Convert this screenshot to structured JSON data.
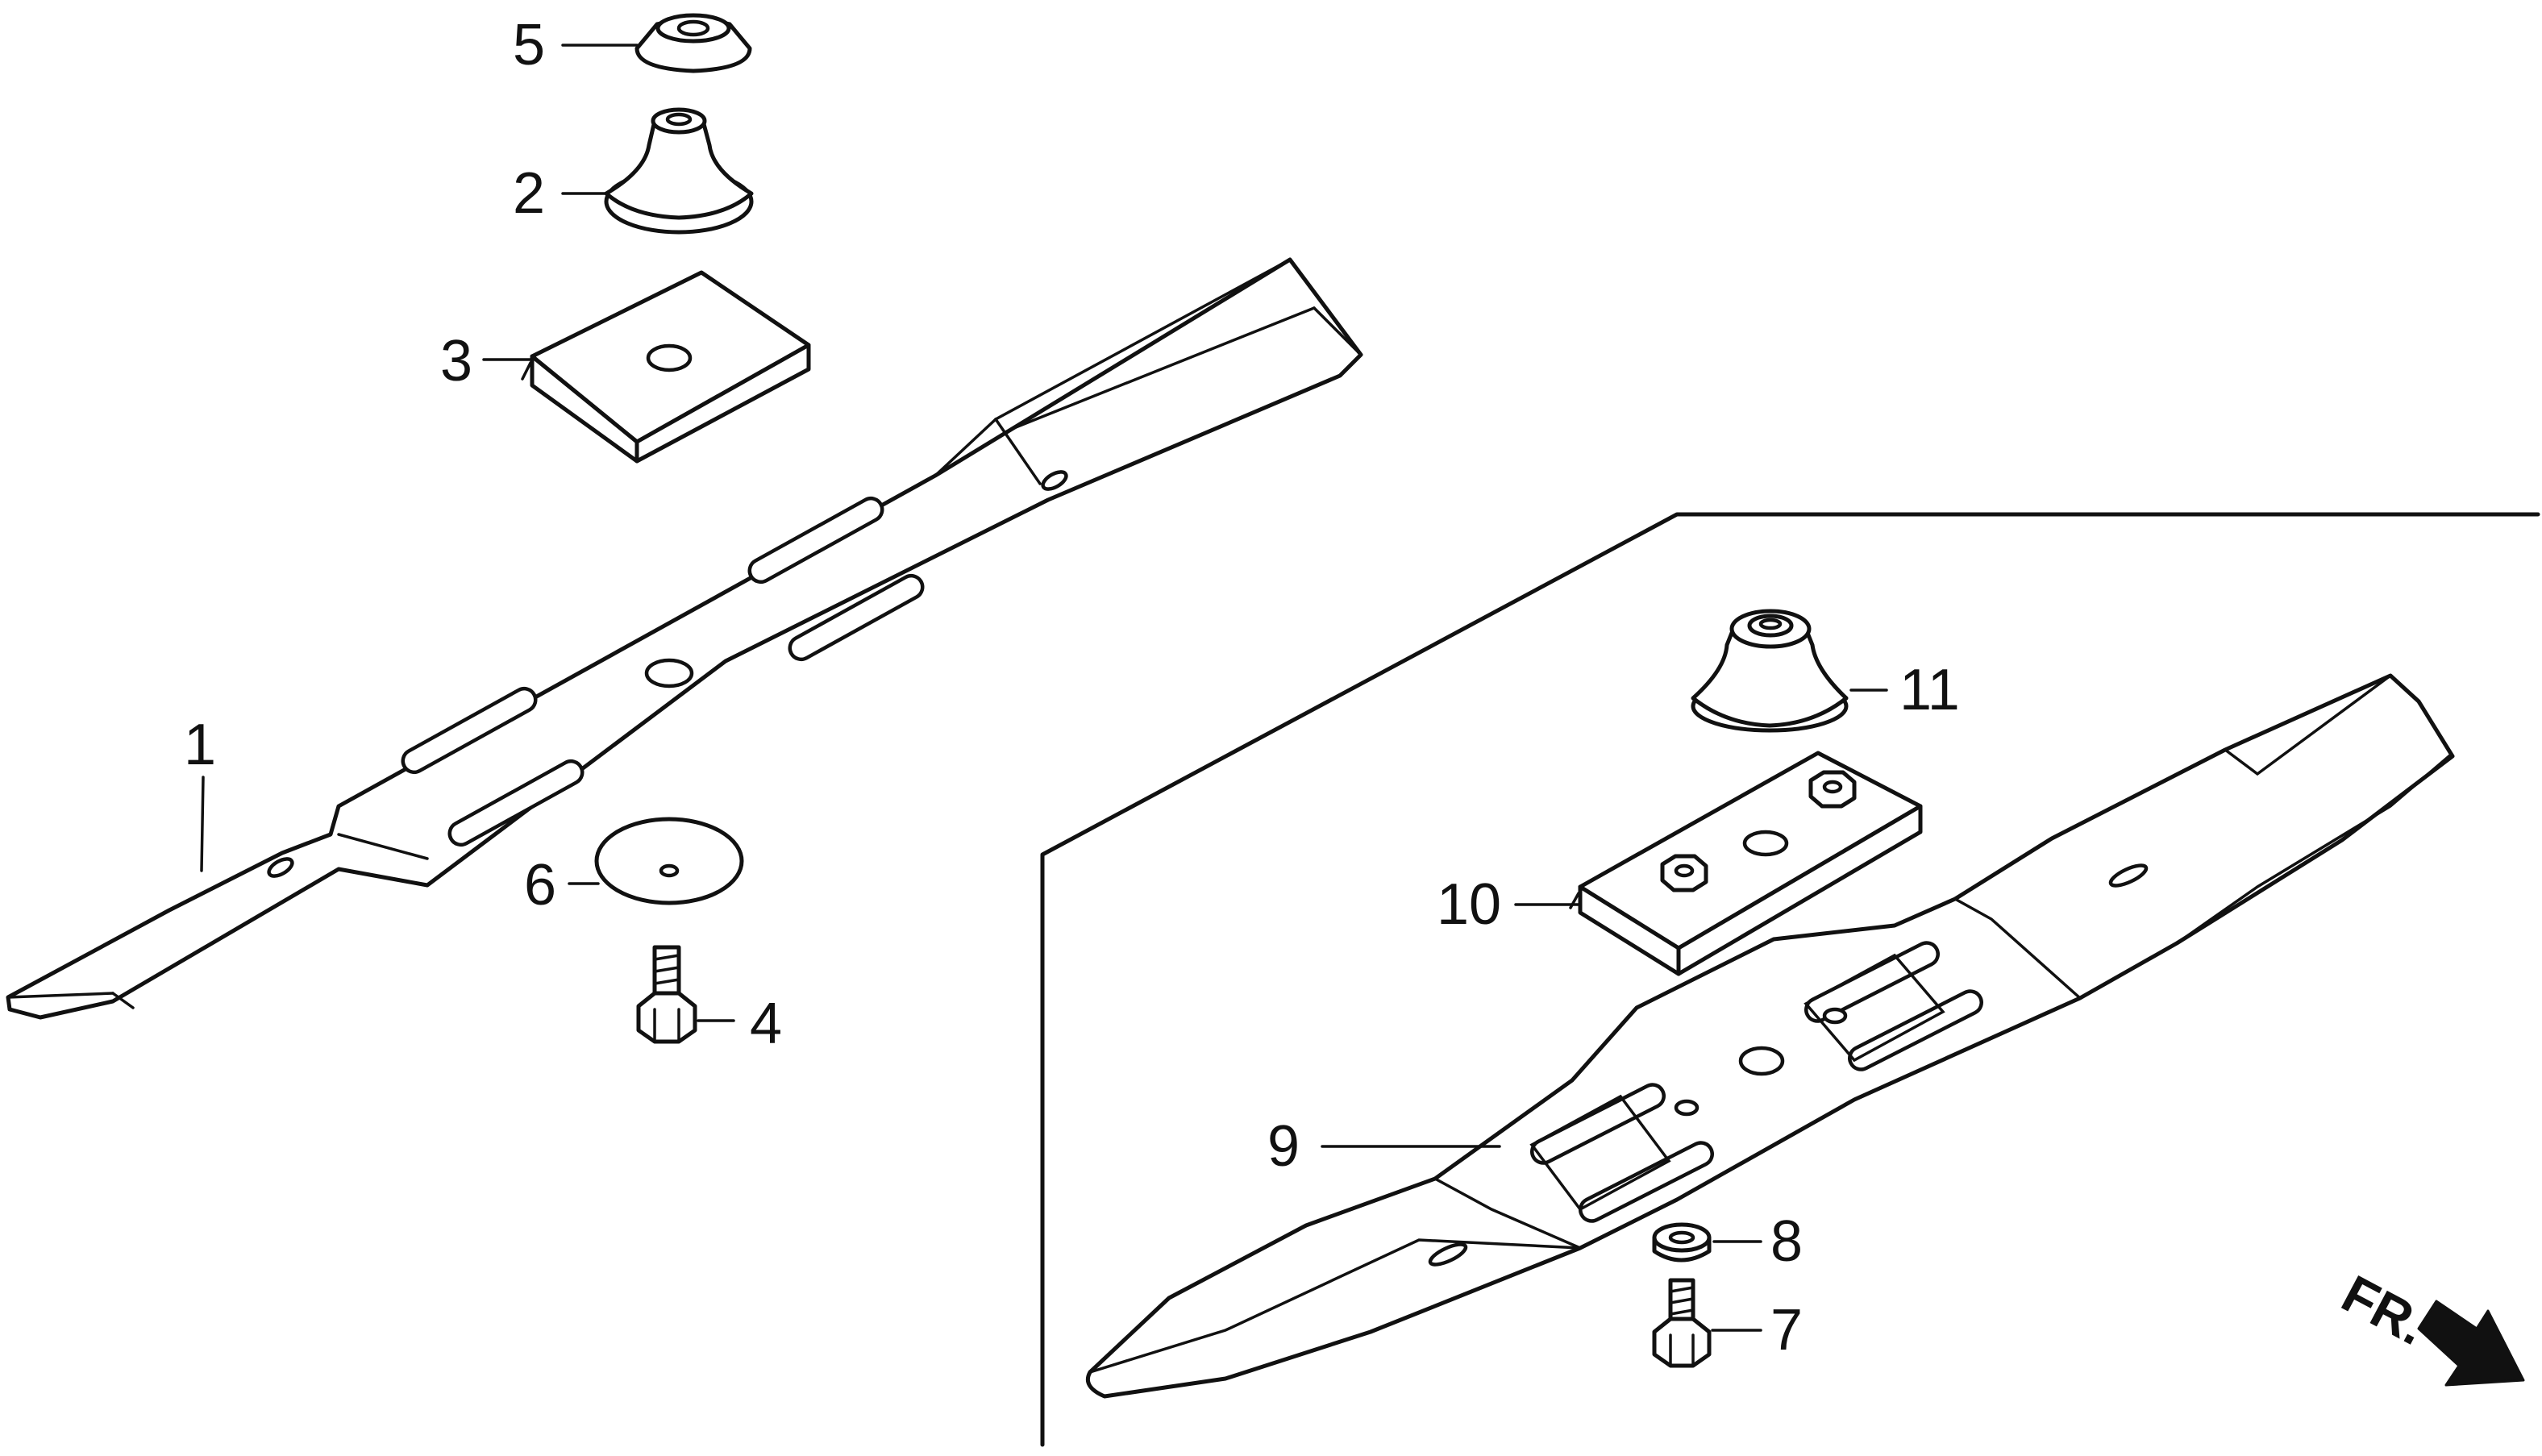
{
  "callouts": {
    "c1": "1",
    "c2": "2",
    "c3": "3",
    "c4": "4",
    "c5": "5",
    "c6": "6",
    "c7": "7",
    "c8": "8",
    "c9": "9",
    "c10": "10",
    "c11": "11"
  },
  "direction_marker": {
    "label": "FR.",
    "icon": "arrow-right-down-icon"
  }
}
